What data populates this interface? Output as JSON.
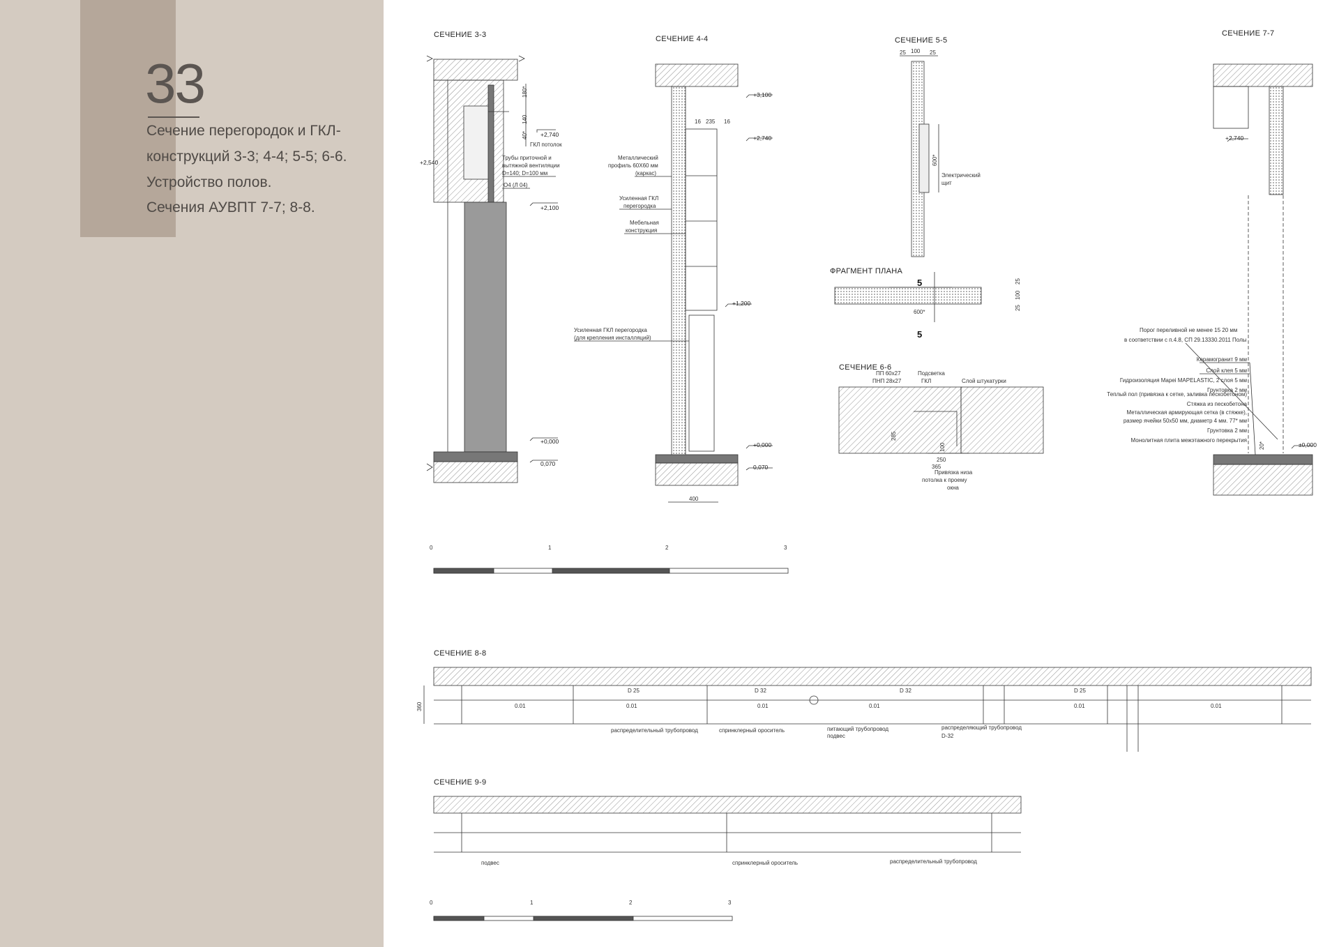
{
  "sheet": {
    "number": "33",
    "title_lines": [
      "Сечение перегородок и ГКЛ-",
      "конструкций 3-3; 4-4; 5-5; 6-6.",
      "Устройство полов.",
      "Сечения АУВПТ 7-7; 8-8."
    ]
  },
  "colors": {
    "sidebar": "#d4cbc1",
    "accent": "#b5a79a",
    "title_text": "#4f4a46",
    "line": "#333333"
  },
  "sections": {
    "s33": {
      "title": "СЕЧЕНИЕ 3-3",
      "levels": [
        "+2,540",
        "+2,740",
        "+2,100",
        "+0,000",
        "0,070"
      ],
      "dims": [
        "180*",
        "140",
        "40*"
      ],
      "notes": [
        "ГКЛ потолок",
        "Трубы приточной и",
        "вытяжной вентиляции",
        "D=140; D=100 мм",
        "О4 (Л 04)"
      ]
    },
    "s44": {
      "title": "СЕЧЕНИЕ 4-4",
      "levels": [
        "+3,100",
        "+2,740",
        "+1,200",
        "+0,000",
        "0,070"
      ],
      "dims": [
        "16",
        "235",
        "16",
        "400"
      ],
      "notes": [
        "Металлический",
        "профиль 60Х60 мм",
        "(каркас)",
        "Усиленная ГКЛ",
        "перегородка",
        "Мебельная",
        "конструкция",
        "Усиленная ГКЛ перегородка",
        "(для крепления инсталляций)"
      ]
    },
    "s55": {
      "title": "СЕЧЕНИЕ 5-5",
      "dims": [
        "25",
        "100",
        "25",
        "600*"
      ],
      "notes": [
        "Электрический",
        "щит"
      ]
    },
    "plan": {
      "title": "ФРАГМЕНТ ПЛАНА",
      "marks": [
        "5",
        "5"
      ],
      "dims": [
        "600*",
        "25",
        "100",
        "25"
      ]
    },
    "s66": {
      "title": "СЕЧЕНИЕ 6-6",
      "notes": [
        "ПП 60х27",
        "ПНП 28х27",
        "Подсветка",
        "ГКЛ",
        "Слой штукатурки",
        "Привязка низа",
        "потолка к проему",
        "окна"
      ],
      "dims": [
        "285",
        "100",
        "250",
        "365"
      ]
    },
    "s77": {
      "title": "СЕЧЕНИЕ 7-7",
      "levels": [
        "+2,740",
        "±0,000"
      ],
      "angle": "20*",
      "notes": [
        "Порог переливной не менее 15 20 мм",
        "в соответствии с п.4.8, СП 29.13330.2011 Полы"
      ],
      "layers": [
        "Керамогранит   9 мм",
        "Слой клея  5 мм",
        "Гидроизоляция Mapei MAPELASTIC, 2 слоя   5 мм",
        "Грунтовка   2 мм",
        "Теплый пол (привязка к сетке, заливка пескобетоном)",
        "Стяжка из пескобетона",
        "Металлическая армирующая сетка (в стяжке),",
        "размер ячейки 50х50 мм, диаметр 4 мм.   77* мм",
        "Грунтовка   2 мм",
        "Монолитная плита межэтажного перекрытия"
      ]
    },
    "s88": {
      "title": "СЕЧЕНИЕ 8-8",
      "slopes": [
        "0.01",
        "0.01",
        "0.01",
        "0.01",
        "0.01",
        "0.01"
      ],
      "pipes": [
        "D 25",
        "D 32",
        "D 32",
        "D 25"
      ],
      "dim": "360",
      "notes": [
        "распределительный трубопровод",
        "спринклерный ороситель",
        "питающий трубопровод",
        "подвес",
        "распределяющий трубопровод",
        "D-32"
      ]
    },
    "s99": {
      "title": "СЕЧЕНИЕ 9-9",
      "notes": [
        "подвес",
        "спринклерный ороситель",
        "распределительный трубопровод"
      ]
    }
  },
  "scales": {
    "upper": [
      "0",
      "1",
      "2",
      "3"
    ],
    "lower": [
      "0",
      "1",
      "2",
      "3"
    ]
  }
}
